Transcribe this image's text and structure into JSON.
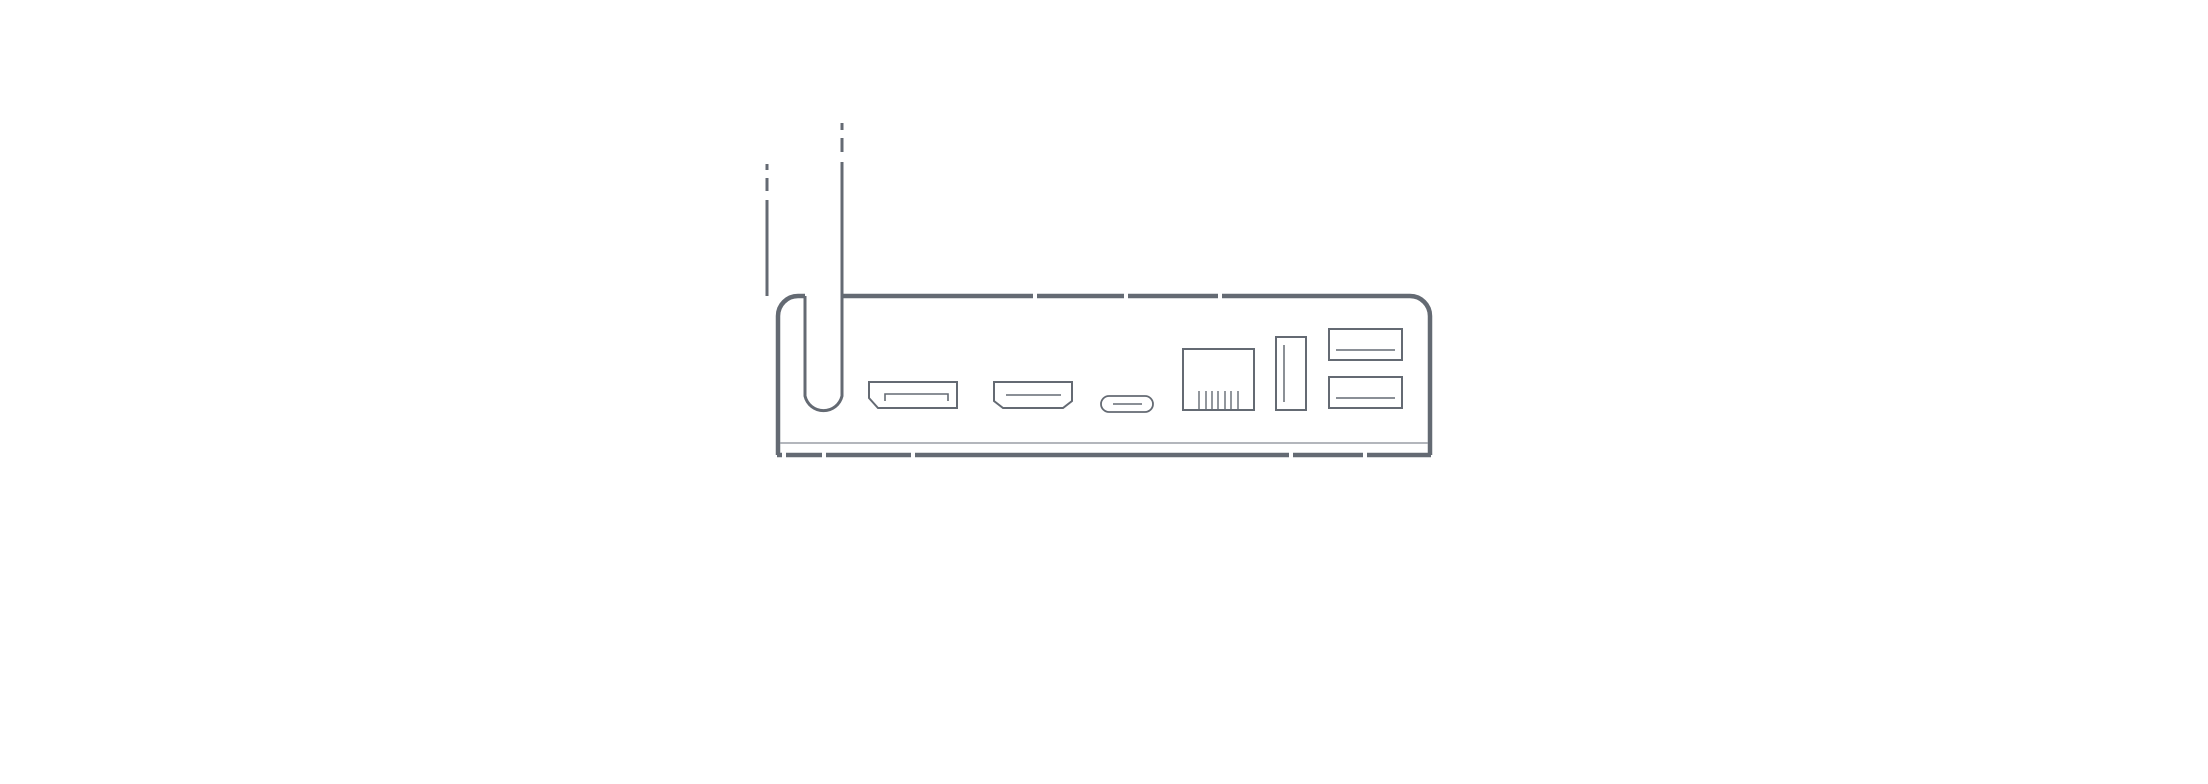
{
  "colors": {
    "background": "#ffffff",
    "stroke": "#646a73",
    "thin_stroke": "#9a9ea5"
  },
  "device": {
    "icon": "mini-pc-router-icon",
    "antennas": 2,
    "ports": [
      {
        "kind": "displayport",
        "icon": "displayport-icon"
      },
      {
        "kind": "hdmi",
        "icon": "hdmi-icon"
      },
      {
        "kind": "usb-c",
        "icon": "usb-c-icon"
      },
      {
        "kind": "ethernet",
        "icon": "ethernet-icon"
      },
      {
        "kind": "usb-a-vertical",
        "icon": "usb-a-icon"
      },
      {
        "kind": "usb-a-top",
        "icon": "usb-a-icon"
      },
      {
        "kind": "usb-a-bottom",
        "icon": "usb-a-icon"
      }
    ]
  }
}
